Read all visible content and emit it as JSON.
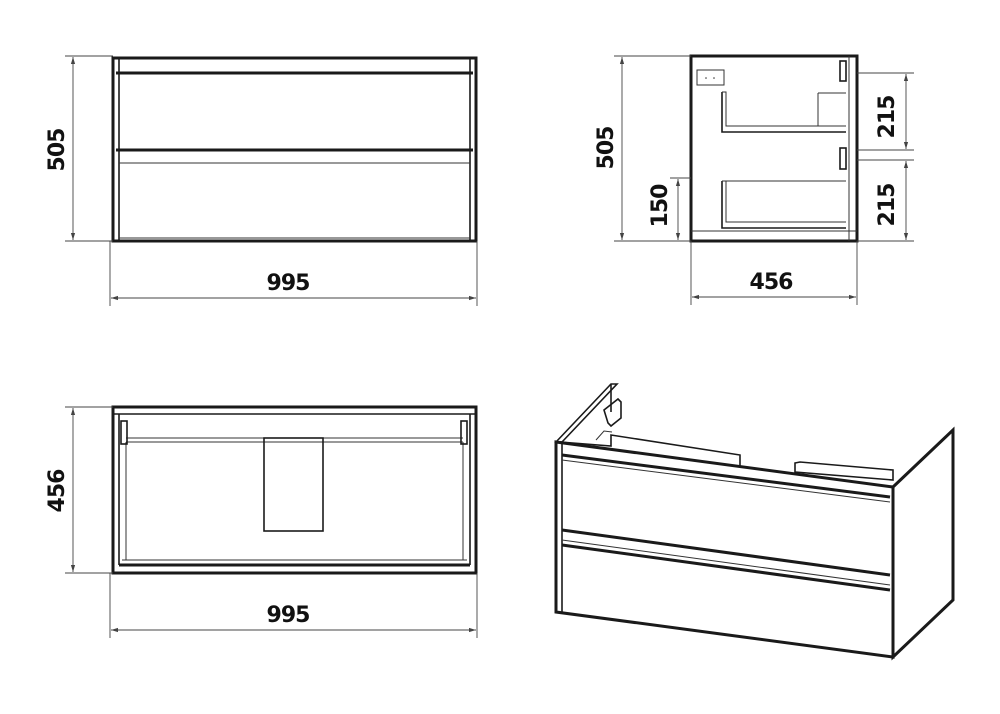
{
  "views": {
    "front": {
      "width_label": "995",
      "height_label": "505"
    },
    "side": {
      "height_label": "505",
      "depth_label": "456",
      "upper_drawer_label": "215",
      "lower_drawer_label": "215",
      "inner_height_label": "150"
    },
    "top": {
      "width_label": "995",
      "depth_label": "456"
    }
  },
  "colors": {
    "line": "#1a1a1a",
    "dimension": "#444444",
    "background": "#ffffff"
  }
}
